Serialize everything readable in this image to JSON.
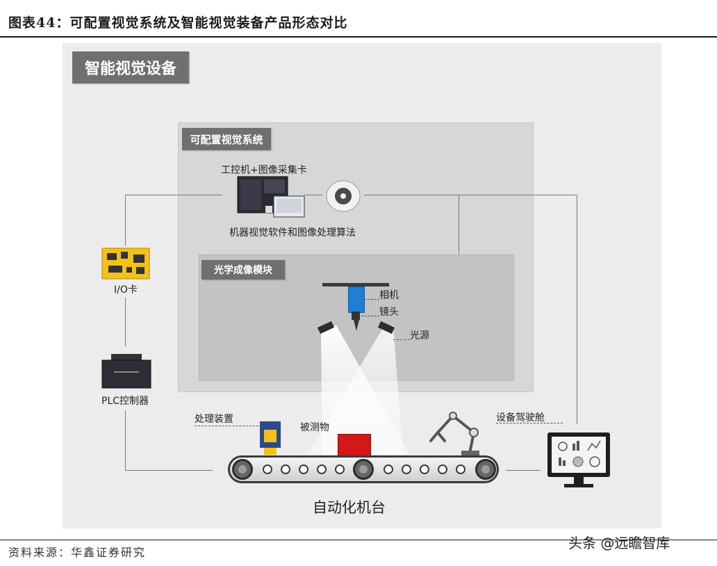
{
  "figure_title": "图表44：可配置视觉系统及智能视觉装备产品形态对比",
  "main_tag": "智能视觉设备",
  "system_tag": "可配置视觉系统",
  "ipc_label": "工控机+图像采集卡",
  "software_label": "机器视觉软件和图像处理算法",
  "optical_tag": "光学成像模块",
  "camera_label": "相机",
  "lens_label": "镜头",
  "light_label": "光源",
  "io_label": "I/O卡",
  "plc_label": "PLC控制器",
  "processing_label": "处理装置",
  "object_label": "被测物",
  "cockpit_label": "设备驾驶舱",
  "platform_label": "自动化机台",
  "source": "资料来源：华鑫证券研究",
  "watermark": "头条 @远瞻智库"
}
